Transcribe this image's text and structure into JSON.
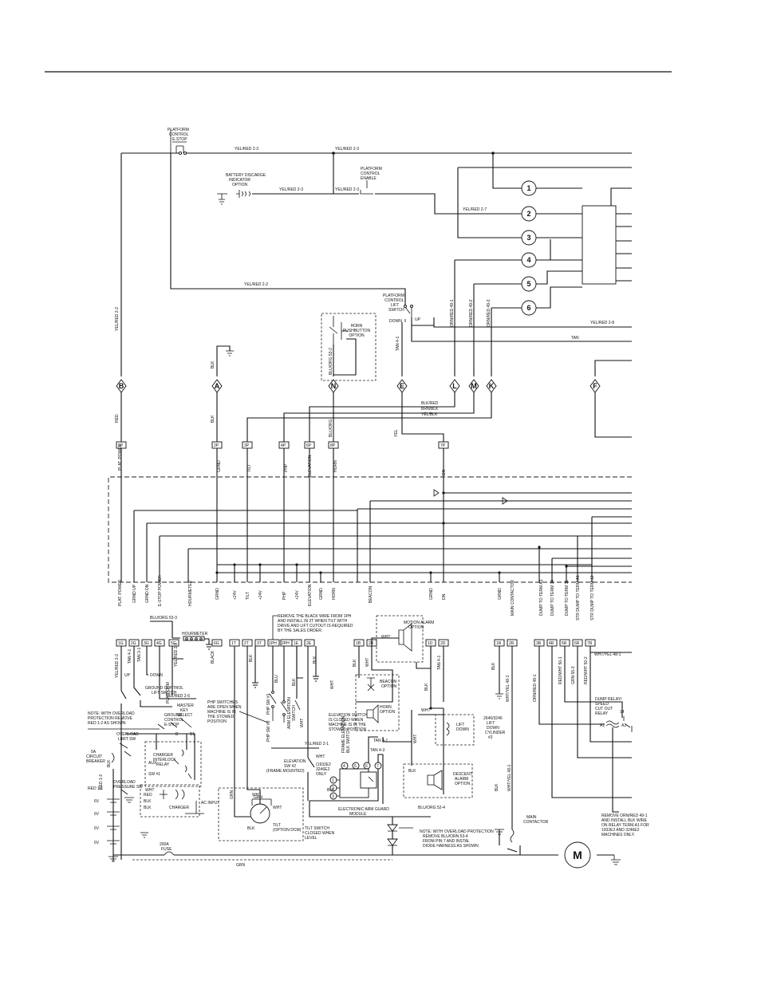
{
  "top_labels": {
    "platform_estop": [
      "PLATFORM",
      "CONTROL",
      "E-STOP"
    ],
    "battery_discharge": [
      "BATTERY DISCARGE",
      "INDICATOR",
      "OPTION"
    ],
    "platform_enable": [
      "PLATFORM",
      "CONTROL",
      "ENABLE"
    ],
    "lift_switch": [
      "PLATFORM",
      "CONTROL",
      "LIFT",
      "SWITCH"
    ],
    "lift_down": "DOWN",
    "lift_up": "UP",
    "horn_pb": [
      "HORN",
      "PUSHBUTTON",
      "OPTION"
    ]
  },
  "wires": {
    "yelred23": "YEL/RED 2-3",
    "yelred27": "YEL/RED 2-7",
    "yelred22": "YEL/RED 2-2",
    "yelred28": "YEL/RED 2-8",
    "tan": "TAN",
    "tan41": "TAN 4-1",
    "blk": "BLK",
    "red": "RED",
    "yel": "YEL",
    "bluorg": "BLU/ORG",
    "bluorg532": "BLU/ORG 53-2",
    "orgred491": "ORN/RED 49-1",
    "orgred492": "ORN/RED 49-2",
    "orgred493": "ORN/RED 49-3",
    "blkred": "BLK/RED",
    "brnblk": "BRN/BLK",
    "yelblk": "YEL/BLK"
  },
  "connectors": [
    "1",
    "2",
    "3",
    "4",
    "5",
    "6"
  ],
  "plugs": [
    "B",
    "A",
    "N",
    "E",
    "L",
    "M",
    "K",
    "F"
  ],
  "pins_upper": [
    "1P",
    "2P",
    "3P",
    "4P",
    "6P",
    "8P",
    "7P"
  ],
  "pins_upper_labels": [
    "PLAT. POWER",
    "GRND",
    "TILT",
    "PHP",
    "ELEVATION",
    "HORN",
    "DN"
  ],
  "terminal_labels": [
    "PLAT. POWER",
    "GRND UP",
    "GRND DN",
    "E-STOP POWER",
    "HOURMETER",
    "GRND",
    "+24V",
    "TILT",
    "+24V",
    "PHP",
    "+24V",
    "ELEVATION",
    "GRND",
    "HORN",
    "BEACON",
    "GRND",
    "DN",
    "GRND",
    "MAIN CONTACTOR",
    "DUMP TO TERM A1",
    "DUMP TO TERM 14",
    "DUMP TO TERM 11",
    "STR DUMP TO TERM A1",
    "STR DUMP TO TERM 12"
  ],
  "pins_lower": [
    "1G",
    "2G",
    "3G",
    "4G",
    "5G",
    "6G",
    "1T",
    "2T",
    "3T",
    "1PH",
    "2PH",
    "1E",
    "2E",
    "1B",
    "2B",
    "1D",
    "2D",
    "1R",
    "2R",
    "3R",
    "4R",
    "5R",
    "6R",
    "7R"
  ],
  "lower": {
    "bluorg533": "BLU/ORG 53-3",
    "hourmeter": "HOURMETER",
    "black": "BLACK",
    "note_remove": [
      "REMOVE THE BLACK WIRE FROM 1PH",
      "AND INSTALL IN 2T WHEN TILT WITH",
      "DRIVE AND LIFT CUTOUT IS REQUIRED",
      "BY THE SALES ORDER."
    ],
    "motion_alarm": [
      "MOTION ALARM",
      "OPTION"
    ],
    "beacon": [
      "BEACON",
      "OPTION"
    ],
    "horn_opt": [
      "HORN",
      "OPTION"
    ],
    "whtyel481": "WHT/YEL 48-1",
    "redwht501": "RED/WHT 50-1",
    "redwht502": "RED/WHT 50-2",
    "grn553": "GRN 55-3",
    "tan31": "TAN 3-1",
    "down": "DOWN",
    "up": "UP",
    "ground_lift": [
      "GROUND CONTROL",
      "LIFT SWITCH"
    ],
    "php_switches": [
      "PHP SWITCHES",
      "ARE OPEN WHEN",
      "MACHINE IS IN",
      "THE STOWED",
      "POSITION"
    ],
    "note_overload": [
      "NOTE: WITH OVERLOAD",
      "PROTECTION REMOVE",
      "RED 1-2 AS SHOWN"
    ],
    "ground_estop": [
      "GROUND",
      "CONTROL",
      "E-STOP"
    ],
    "master_key": [
      "MASTER",
      "KEY",
      "SELECT"
    ],
    "platform": "PLATFORM",
    "overload_limit": [
      "OVERLOAD",
      "LIMIT SW"
    ],
    "circuit_breaker": [
      "5A",
      "CIRCUIT",
      "BREAKER"
    ],
    "charger_interlock": [
      "CHARGER",
      "INTERLOCK",
      "RELAY"
    ],
    "overload_pressure": [
      "OVERLOAD",
      "PRESSURE SW"
    ],
    "charger": "CHARGER",
    "ac_input": "AC INPUT",
    "fuse": [
      "200A",
      "FUSE"
    ],
    "grn": "GRN",
    "wht": "WHT",
    "tilt": [
      "TILT",
      "(OPTION DCM)"
    ],
    "tilt_closed": [
      "TILT SWITCH",
      "CLOSED WHEN",
      "LEVEL"
    ],
    "elev_sw2": [
      "ELEVATION",
      "SW #2",
      "(FRAME MOUNTED)"
    ],
    "elev_sw2_note": [
      "(1932E2",
      "3246E2",
      "ONLY"
    ],
    "elev_closed": [
      "ELEVATION SWITCH",
      "IS CLOSED WHEN",
      "MACHINE IS IN THE",
      "STOWED POSITION"
    ],
    "frame_elev": [
      "FRAME ELEVATION",
      "BLK SWITCH"
    ],
    "tan43": "TAN 4-3",
    "eagm": [
      "ELECTRONIC ARM GUARD",
      "MODULE"
    ],
    "bluorg524": "BLU/ORG 52-4",
    "note_overload2": [
      "NOTE: WITH OVERLOAD PROTECTION",
      "REMOVE BLU/ORN 53-4",
      "FROM PIN 7 AND INSTAL",
      "DIODE HARNESS AS SHOWN"
    ],
    "lift_down": [
      "LIFT",
      "DOWN"
    ],
    "cyl": [
      "2646/3246",
      "LIFT",
      "DOWN",
      "CYLINDER",
      "#2"
    ],
    "descent_alarm": [
      "DESCENT",
      "ALARM",
      "OPTION"
    ],
    "main_contactor": [
      "MAIN",
      "CONTACTOR"
    ],
    "dump_relay": [
      "DUMP RELAY/",
      "SPEED",
      "CUT OUT",
      "RELAY"
    ],
    "a1": "A1",
    "a2": "A2",
    "t14": "14",
    "remove_note": [
      "REMOVE ORN/RED 49-1",
      "AND INSTALL BLK WIRE",
      "ON RELAY TERM.A1 FOR",
      "1932E2 AND 3246E2",
      "MACHINES ONLY."
    ],
    "motor": "M",
    "six_v": "6V",
    "red12": "RED 1-2",
    "red11": "RED 1-1",
    "blu": "BLU",
    "org": "ORG",
    "blk_lbl": "BLK",
    "aux": "AUX",
    "bl": "B1",
    "b_lbl": "B",
    "sw1": "SW #1",
    "php_sw1": "PHP SW #1",
    "php_sw2": "PHP SW #2",
    "arm_elev": [
      "ARM ELEVATION",
      "SWITCH"
    ],
    "tan41": "TAN 4-1",
    "m_pins": [
      "1",
      "2",
      "3",
      "4",
      "5",
      "6",
      "7"
    ],
    "yelred21": "YEL/RED 2-1",
    "yelred26": "YEL/RED 2-6",
    "yelred22": "YEL/RED 2-2",
    "orgred481": "ORN/RED 48-1",
    "whtyel481b": "WHT/YEL 48-1",
    "red": "RED"
  }
}
